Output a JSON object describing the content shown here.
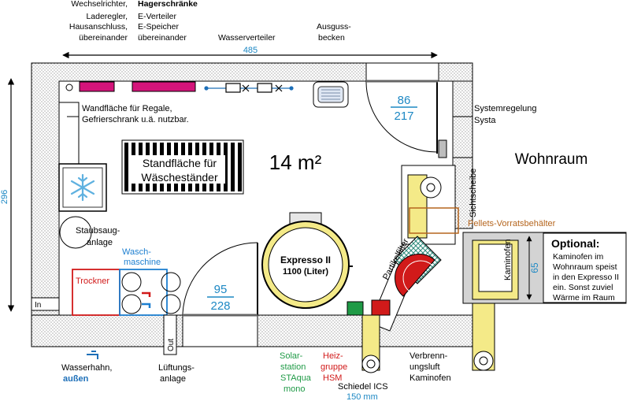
{
  "top_labels": {
    "wechselrichter": [
      "Wechselrichter,",
      "Laderegler,",
      "Hausanschluss,",
      "übereinander"
    ],
    "hager_title": "Hagerschränke",
    "hager": [
      "E-Verteiler",
      "E-Speicher",
      "übereinander"
    ],
    "wasserverteiler": "Wasserverteiler",
    "ausguss": [
      "Ausguss-",
      "becken"
    ]
  },
  "dimensions": {
    "width": "485",
    "height": "296",
    "kaminofen_depth": "65"
  },
  "room": {
    "area": "14 m²",
    "door1": {
      "top": "86",
      "bottom": "217"
    },
    "door2": {
      "top": "95",
      "bottom": "228"
    }
  },
  "labels": {
    "wandflaeche": [
      "Wandfläche für Regale,",
      "Gefrierschrank u.ä. nutzbar."
    ],
    "standflaeche": [
      "Standfläche für",
      "Wäscheständer"
    ],
    "staubsaug": [
      "Staubsaug-",
      "anlage"
    ],
    "waschmaschine": [
      "Wasch-",
      "maschine"
    ],
    "trockner": "Trockner",
    "in": "In",
    "out": "Out",
    "expresso": [
      "Expresso II",
      "1100 (Liter)"
    ],
    "partikelfilter": "Partikelfilter",
    "systemregelung": [
      "Systemregelung",
      "Systa"
    ],
    "wohnraum": "Wohnraum",
    "sichtscheibe": "Sichtscheibe",
    "pellets": "Pellets-Vorratsbehälter",
    "kaminofen": "Kaminofen",
    "optional_title": "Optional:",
    "optional_text": [
      "Kaminofen im",
      "Wohnraum speist",
      "in den Expresso II",
      "ein. Sonst zuviel",
      "Wärme im Raum"
    ]
  },
  "bottom_labels": {
    "wasserhahn": [
      "Wasserhahn,",
      "außen"
    ],
    "lueftung": [
      "Lüftungs-",
      "anlage"
    ],
    "solar": [
      "Solar-",
      "station",
      "STAqua",
      "mono"
    ],
    "heiz": [
      "Heiz-",
      "gruppe",
      "HSM"
    ],
    "schiedel": [
      "Schiedel ICS",
      "150 mm"
    ],
    "verbrennung": [
      "Verbrenn-",
      "ungsluft",
      "Kaminofen"
    ]
  },
  "colors": {
    "hager": "#d4147a",
    "dimension": "#1d88c4",
    "trockner": "#d11a1a",
    "waschmaschine": "#1d7fd0",
    "solar": "#1f9a46",
    "heiz": "#d11a1a",
    "pellets": "#b5651d",
    "expresso_fill": "#f4ea88",
    "optional_fill": "#d3d3d3"
  }
}
